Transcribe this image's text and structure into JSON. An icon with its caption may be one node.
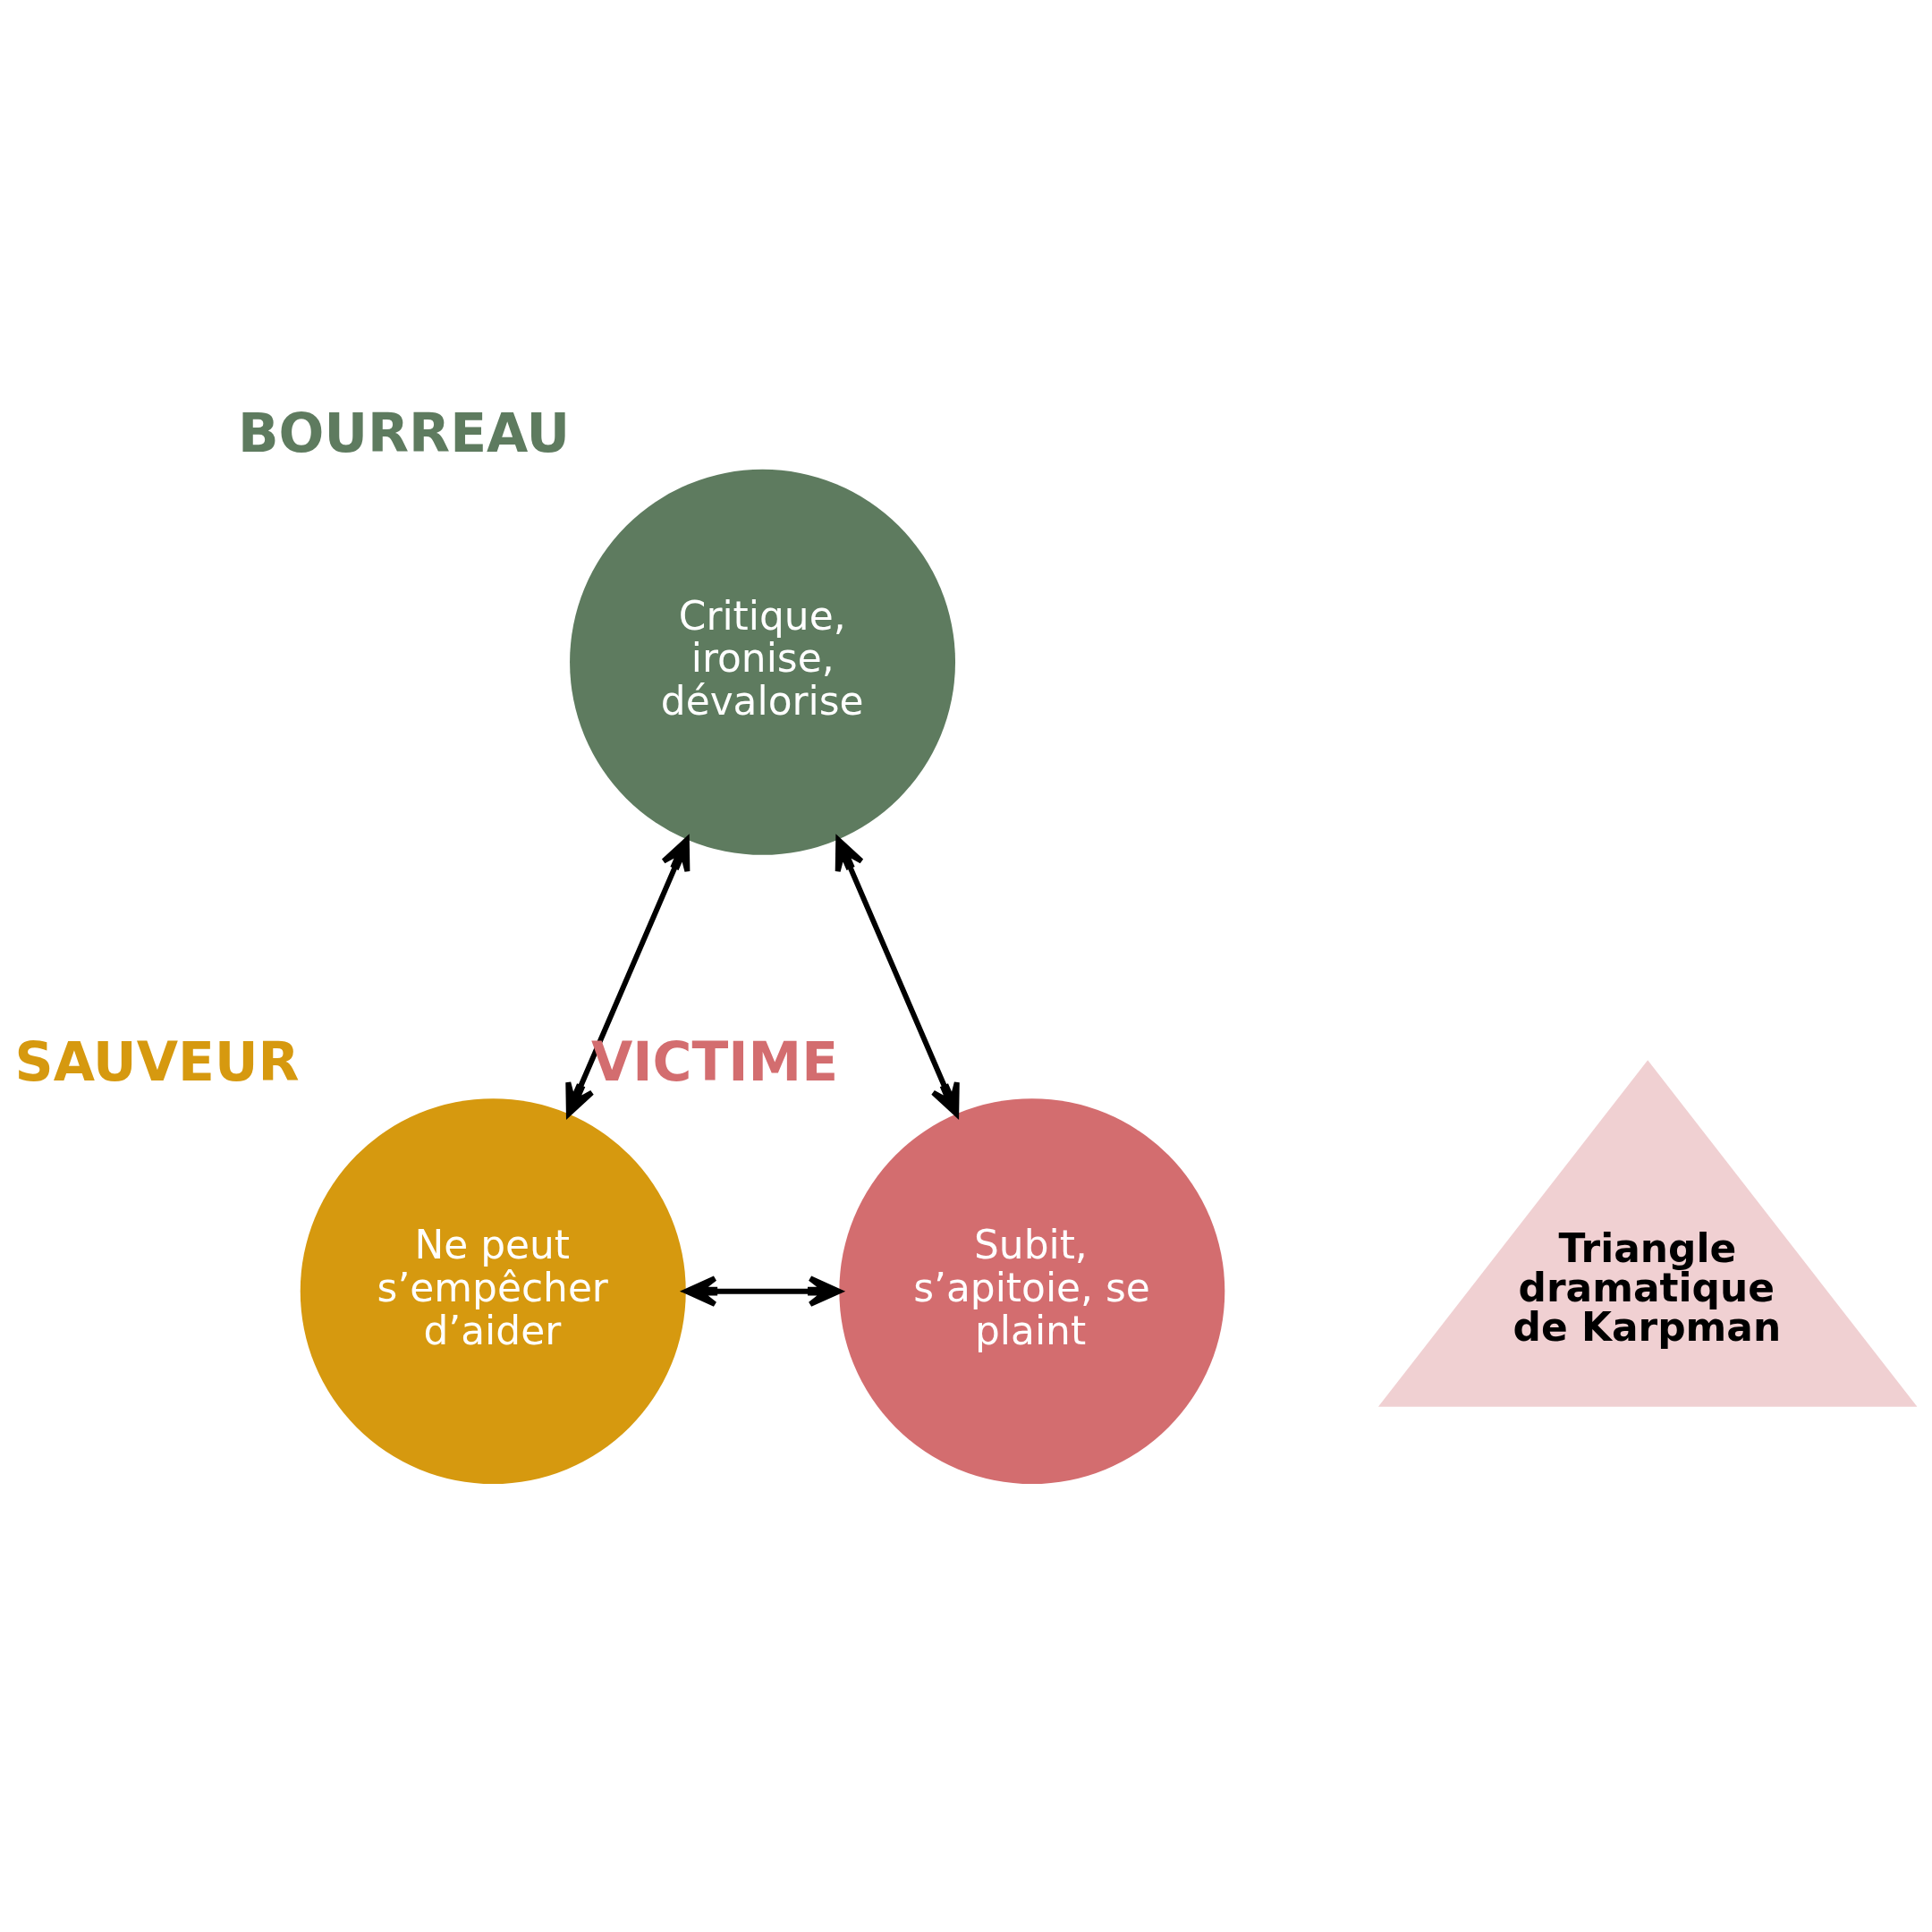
{
  "diagram": {
    "nodes": [
      {
        "text": [
          "BOURREAU",
          "Critique, ironise, dévalorise"
        ]
      },
      {
        "text": [
          "Triangle dramatique de Karpman"
        ]
      },
      {
        "text": [
          "SAUVEUR",
          "Ne peut s’empêcher d’aider"
        ]
      },
      {
        "text": [
          "VICTIME",
          "Subit, s’apitoie, se plaint"
        ]
      }
    ],
    "edges": [
      {
        "from": 0,
        "to": 2,
        "arrow": "both"
      },
      {
        "from": 0,
        "to": 3,
        "arrow": "both"
      },
      {
        "from": 2,
        "to": 3,
        "arrow": "both"
      }
    ]
  }
}
